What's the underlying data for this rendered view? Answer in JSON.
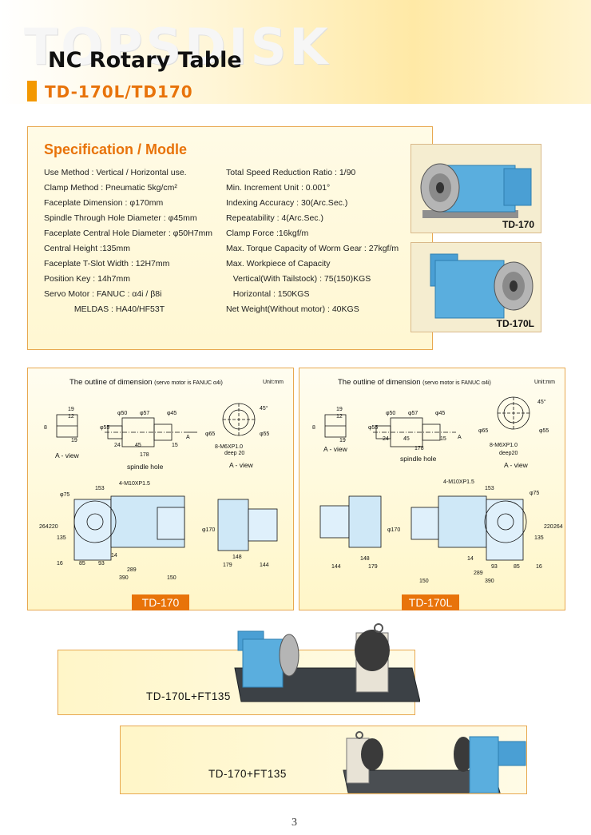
{
  "header": {
    "brand": "TOPSDISK",
    "title": "NC Rotary Table",
    "model_title": "TD-170L/TD170"
  },
  "spec": {
    "heading": "Specification / Modle",
    "left": [
      "Use Method : Vertical / Horizontal use.",
      "Clamp Method : Pneumatic 5kg/cm²",
      "Faceplate Dimension : φ170mm",
      "Spindle Through Hole Diameter : φ45mm",
      "Faceplate Central Hole Diameter : φ50H7mm",
      "Central Height :135mm",
      "Faceplate T-Slot Width : 12H7mm",
      "Position Key : 14h7mm",
      "Servo Motor : FANUC : α4i / β8i",
      "             MELDAS : HA40/HF53T"
    ],
    "right": [
      "Total Speed Reduction Ratio : 1/90",
      "Min. Increment Unit : 0.001°",
      "Indexing Accuracy : 30(Arc.Sec.)",
      "Repeatability : 4(Arc.Sec.)",
      "Clamp Force :16kgf/m",
      "Max. Torque Capacity of Worm Gear : 27kgf/m",
      "Max. Workpiece of Capacity",
      "   Vertical(With Tailstock) : 75(150)KGS",
      "   Horizontal : 150KGS",
      "Net Weight(Without motor) : 40KGS"
    ]
  },
  "photos": {
    "td170_label": "TD-170",
    "td170l_label": "TD-170L"
  },
  "dimensions": {
    "title": "The outline of dimension",
    "title_note": "(servo motor is FANUC α4i)",
    "unit": "Unit:mm",
    "a_view": "A - view",
    "spindle_hole": "spindle hole",
    "a": "A",
    "left_tag": "TD-170",
    "right_tag": "TD-170L",
    "labels": {
      "d19": "19",
      "d12": "12",
      "d8": "8",
      "d19b": "19",
      "phi55": "φ55",
      "phi50": "φ50",
      "phi57": "φ57",
      "phi45": "φ45",
      "d24": "24",
      "d45": "45",
      "d15": "15",
      "d178": "178",
      "phi65": "φ65",
      "phi55b": "φ55",
      "deg45": "45°",
      "thread": "8-M6XP1.0",
      "deep": "deep 20",
      "deep_r": "deep20",
      "m10": "4-M10XP1.5",
      "d153": "153",
      "phi75": "φ75",
      "d264": "264",
      "d220": "220",
      "d135": "135",
      "d14": "14",
      "d16": "16",
      "d85": "85",
      "d93": "93",
      "d289": "289",
      "d390": "390",
      "d150": "150",
      "phi170": "φ170",
      "d148": "148",
      "d179": "179",
      "d144": "144"
    }
  },
  "combos": {
    "first": "TD-170L+FT135",
    "second": "TD-170+FT135"
  },
  "page_number": "3",
  "colors": {
    "accent": "#e8730a",
    "machine_blue": "#4fa8d8",
    "frame": "#e8a850"
  }
}
